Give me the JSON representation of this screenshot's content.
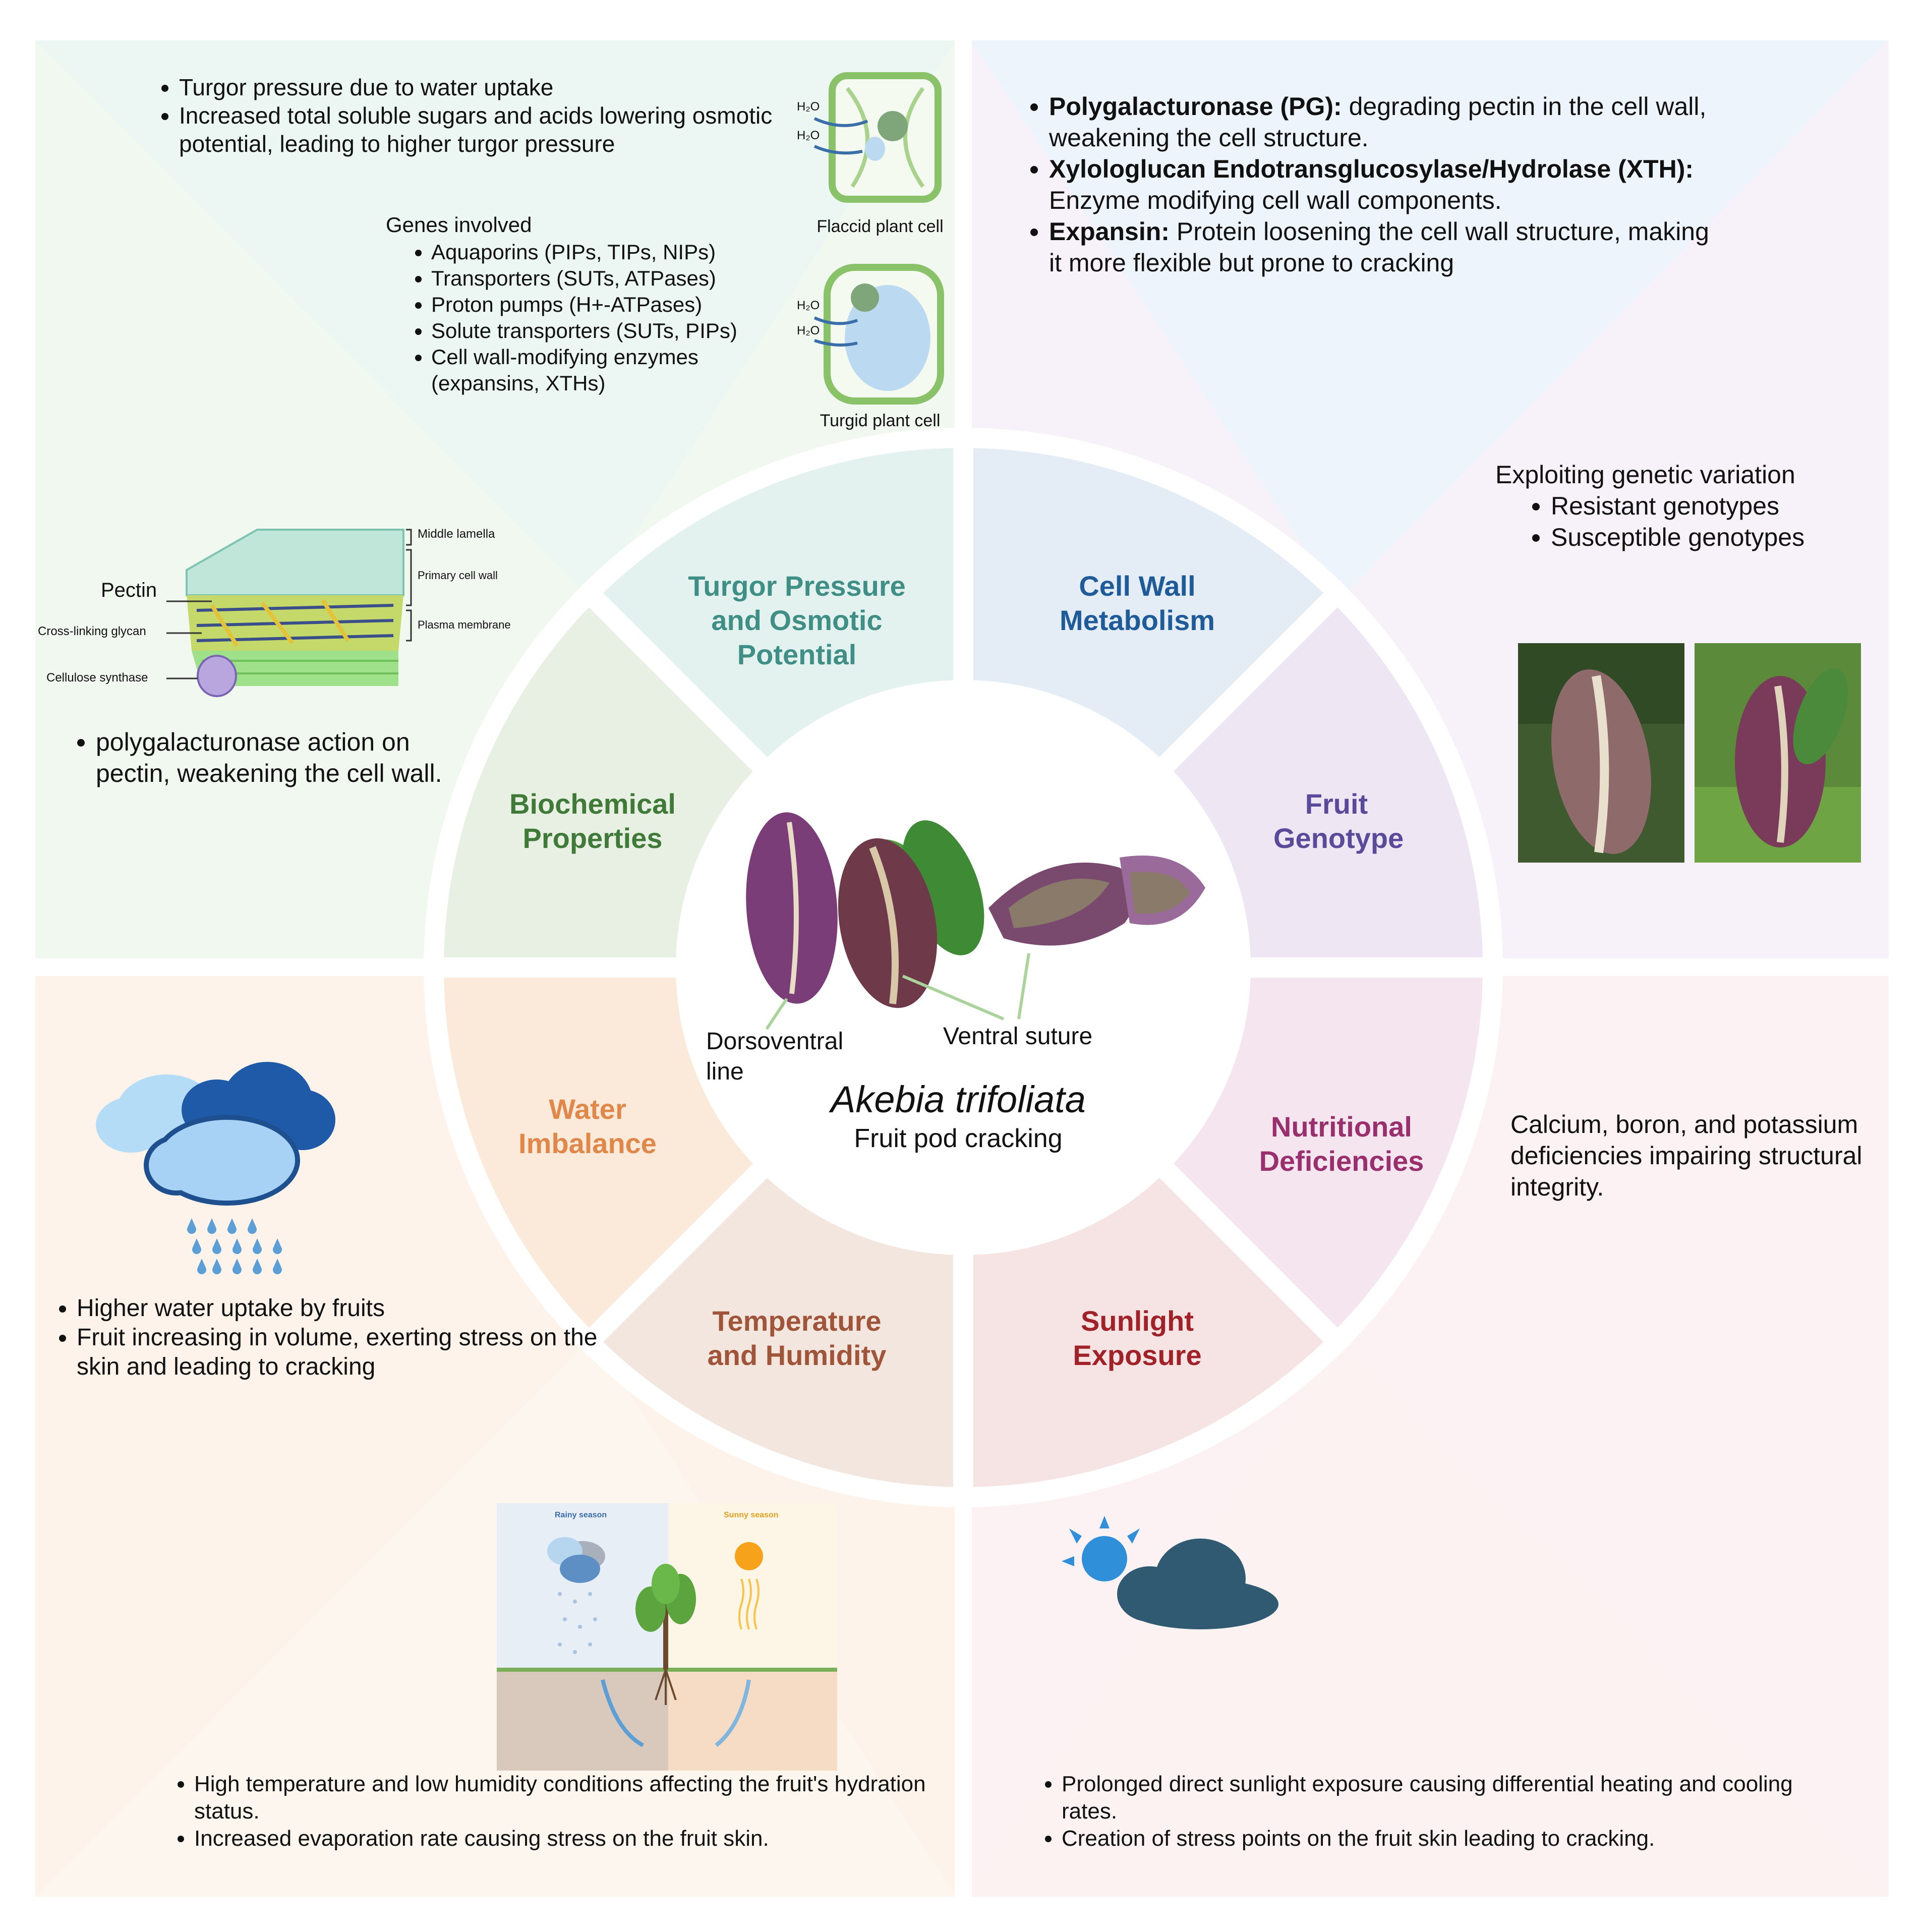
{
  "colors": {
    "turgor": "#3f8f86",
    "cellwall": "#1f5a99",
    "genotype": "#5b4a9a",
    "nutritional": "#9a2f6e",
    "sunlight": "#a02228",
    "temperature": "#a0553a",
    "water": "#e0874a",
    "biochemical": "#3f7a38"
  },
  "segments": {
    "turgor": "Turgor Pressure and Osmotic Potential",
    "cellwall": "Cell Wall Metabolism",
    "genotype": "Fruit Genotype",
    "nutritional": "Nutritional Deficiencies",
    "sunlight": "Sunlight Exposure",
    "temperature": "Temperature and Humidity",
    "water": "Water Imbalance",
    "biochemical": "Biochemical Properties"
  },
  "center": {
    "species": "Akebia trifoliata",
    "subtitle": "Fruit pod cracking",
    "label_dorsoventral": "Dorsoventral line",
    "label_ventral": "Ventral suture"
  },
  "turgor_panel": {
    "bullets": [
      "Turgor pressure due to water uptake",
      "Increased total soluble sugars and acids lowering osmotic potential, leading to higher turgor pressure"
    ],
    "genes_heading": "Genes involved",
    "genes": [
      "Aquaporins (PIPs, TIPs, NIPs)",
      "Transporters (SUTs, ATPases)",
      "Proton pumps (H+-ATPases)",
      "Solute transporters (SUTs, PIPs)",
      "Cell wall-modifying enzymes (expansins, XTHs)"
    ],
    "flaccid_label": "Flaccid plant cell",
    "turgid_label": "Turgid plant cell",
    "h2o": "H₂O"
  },
  "cellwall_panel": {
    "items": [
      {
        "term": "Polygalacturonase (PG):",
        "text": " degrading pectin in the cell wall, weakening the cell structure."
      },
      {
        "term": "Xylologlucan Endotransglucosylase/Hydrolase (XTH):",
        "text": " Enzyme modifying cell wall components."
      },
      {
        "term": "Expansin:",
        "text": " Protein loosening the cell wall structure, making it more flexible but prone to cracking"
      }
    ]
  },
  "genotype_panel": {
    "heading": "Exploiting genetic variation",
    "items": [
      "Resistant genotypes",
      "Susceptible genotypes"
    ]
  },
  "biochem_panel": {
    "labels": {
      "pectin": "Pectin",
      "crosslinking": "Cross-linking glycan",
      "cellulose": "Cellulose synthase",
      "middle": "Middle lamella",
      "primary": "Primary cell wall",
      "plasma": "Plasma membrane"
    },
    "bullet": "polygalacturonase action on pectin, weakening the cell wall."
  },
  "nutritional_panel": {
    "text": "Calcium, boron, and potassium deficiencies impairing structural integrity."
  },
  "water_panel": {
    "bullets": [
      "Higher water uptake by fruits",
      "Fruit increasing in volume, exerting stress on the skin and leading to cracking"
    ]
  },
  "temperature_panel": {
    "rainy": "Rainy season",
    "sunny": "Sunny season",
    "bullets": [
      "High temperature and low humidity conditions affecting the fruit's hydration status.",
      "Increased evaporation rate causing stress on the fruit skin."
    ]
  },
  "sunlight_panel": {
    "bullets": [
      "Prolonged direct sunlight exposure causing differential heating and cooling rates.",
      "Creation of stress points on the fruit skin leading to cracking."
    ]
  }
}
